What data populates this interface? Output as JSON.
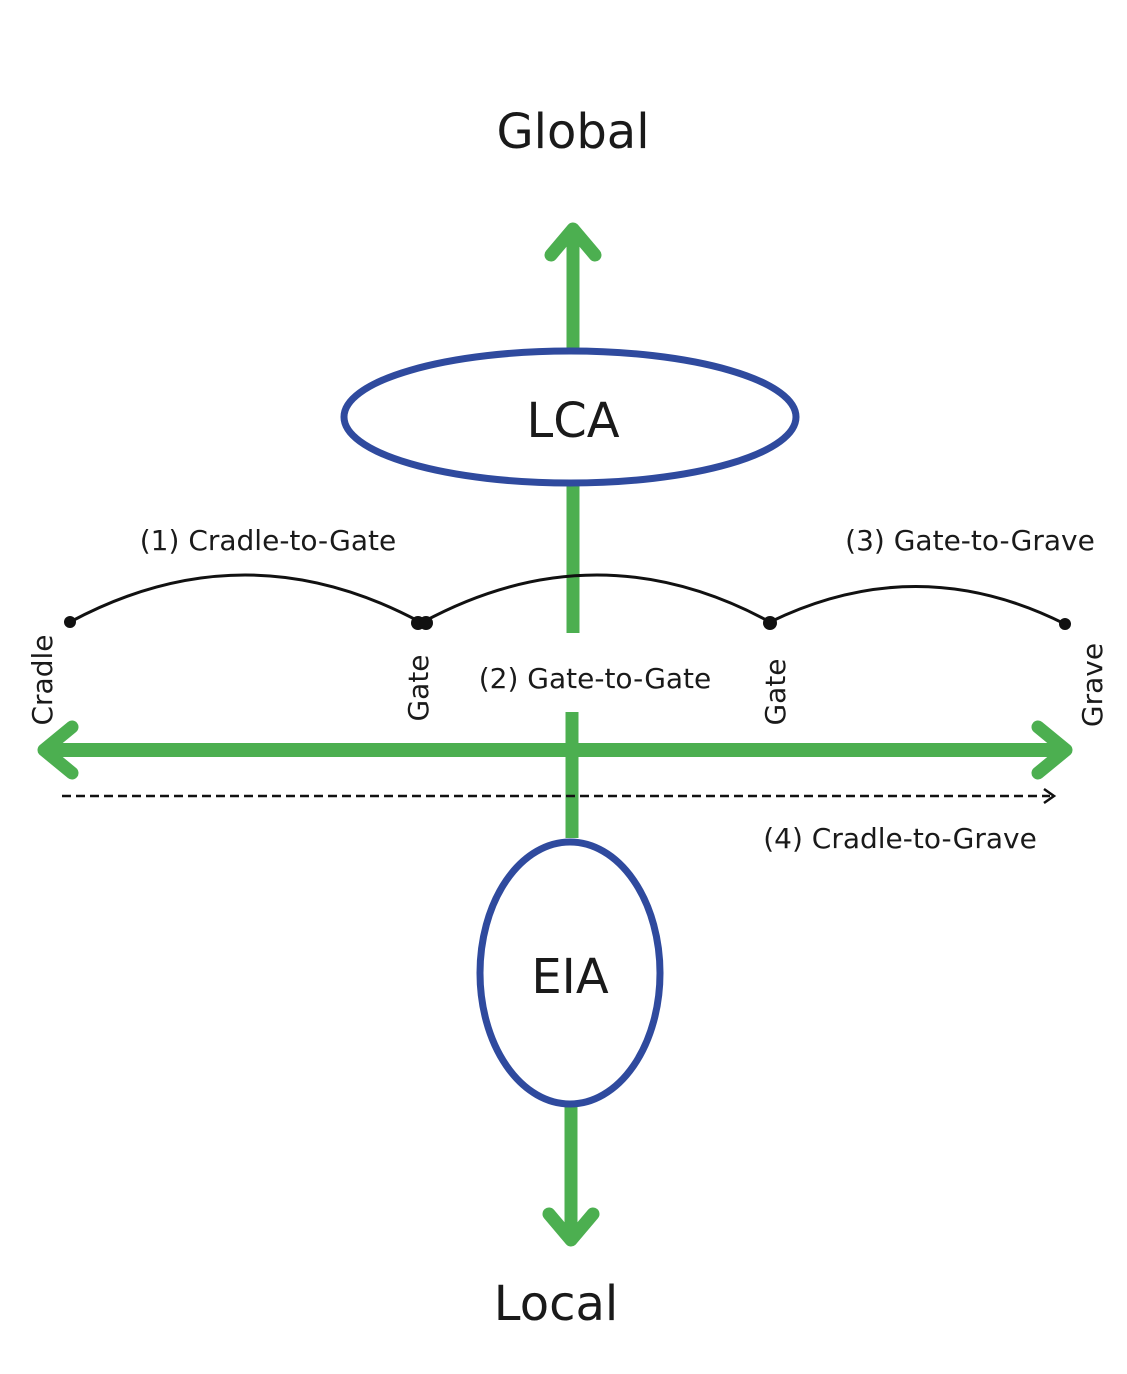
{
  "diagram": {
    "scale_top": "Global",
    "scale_bottom": "Local",
    "assessments": {
      "global": "LCA",
      "local": "EIA"
    },
    "stages": {
      "cradle": "Cradle",
      "gate_1": "Gate",
      "gate_2": "Gate",
      "grave": "Grave"
    },
    "boundaries": {
      "b1": "(1) Cradle-to-Gate",
      "b2": "(2) Gate-to-Gate",
      "b3": "(3) Gate-to-Grave",
      "b4": "(4) Cradle-to-Grave"
    },
    "colors": {
      "arrow_green": "#4CAF50",
      "ellipse_blue": "#2F4A9E",
      "line_black": "#111111"
    }
  }
}
